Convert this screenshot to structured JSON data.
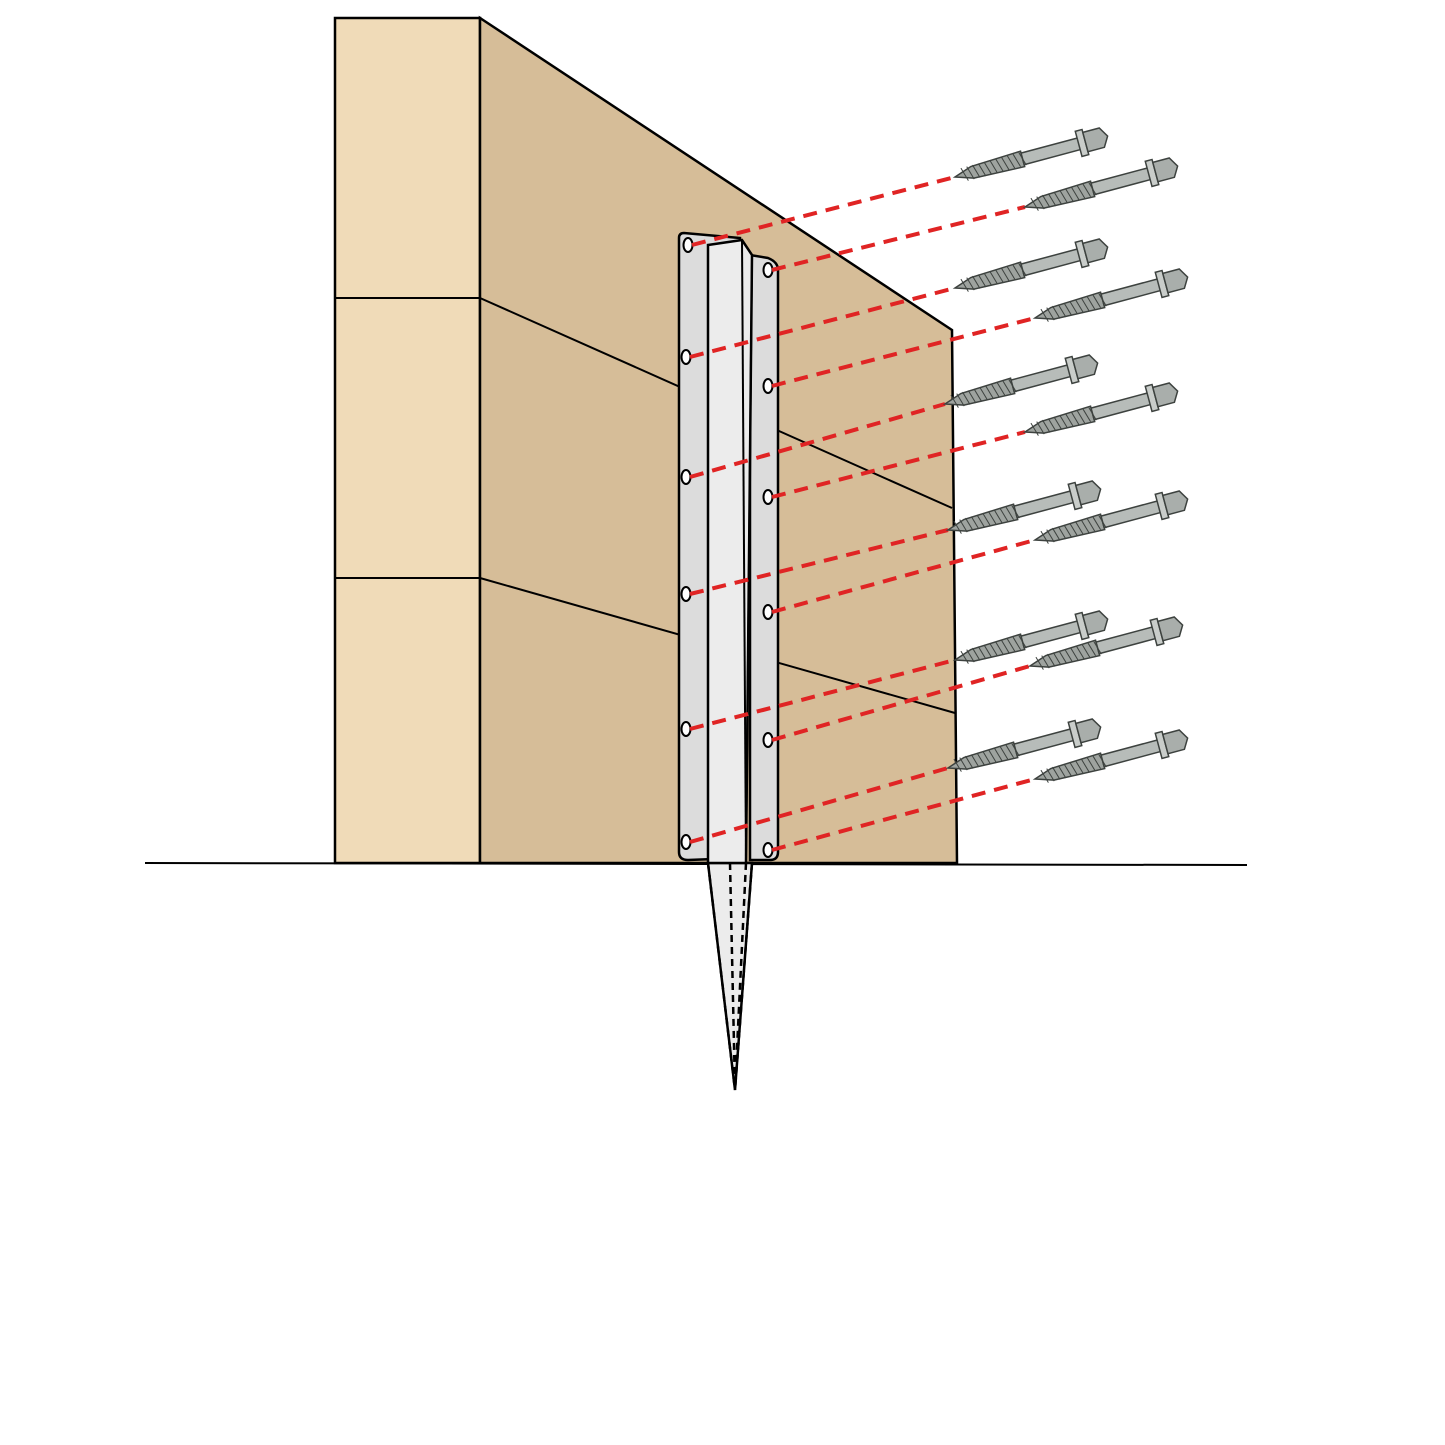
{
  "diagram": {
    "subject": "timber-sleeper-wall-with-steel-stake",
    "colors": {
      "background": "#ffffff",
      "wood_front": "#f0dbb8",
      "wood_side": "#d6bd98",
      "steel": "#dcdcdc",
      "steel_light": "#ececec",
      "screw_body": "#b7bcb9",
      "screw_dark": "#6f7571",
      "guide_line": "#e02424",
      "outline": "#000000"
    },
    "icons": {
      "screw": "hex-head-screw-icon",
      "hole": "bolt-hole-icon"
    },
    "counts": {
      "sleepers": 3,
      "screws": 12,
      "bracket_holes": 12
    }
  }
}
